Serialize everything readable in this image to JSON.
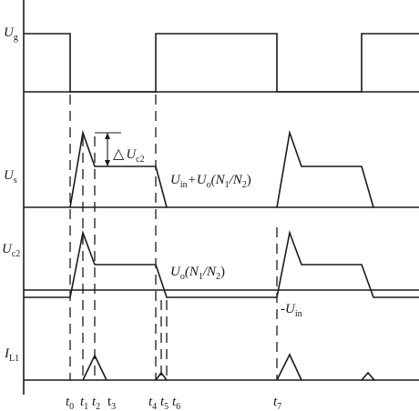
{
  "title": "",
  "signals": {
    "ug": {
      "main": "U",
      "sub": "g"
    },
    "us": {
      "main": "U",
      "sub": "s"
    },
    "uc2": {
      "main": "U",
      "sub": "c2"
    },
    "il1": {
      "main": "I",
      "sub": "L1"
    }
  },
  "annotations": {
    "delta_uc2": {
      "symbol": "△",
      "main": "U",
      "sub": "c2"
    },
    "us_level": {
      "p1": "U",
      "s1": "in",
      "p2": "+U",
      "s2": "o",
      "p3": "(N",
      "s3": "1",
      "p4": "/N",
      "s4": "2",
      "p5": ")"
    },
    "uc2_level": {
      "p1": "U",
      "s1": "o",
      "p2": "(N",
      "s2": "1",
      "p3": "/N",
      "s3": "2",
      "p4": ")"
    },
    "neg_uin": {
      "main": "-U",
      "sub": "in"
    }
  },
  "time_labels": {
    "t0": {
      "main": "t",
      "sub": "0"
    },
    "t1": {
      "main": "t",
      "sub": "1"
    },
    "t2": {
      "main": "t",
      "sub": "2"
    },
    "t3": {
      "main": "t",
      "sub": "3",
      "upright": true
    },
    "t4": {
      "main": "t",
      "sub": "4"
    },
    "t5": {
      "main": "t",
      "sub": "5"
    },
    "t6": {
      "main": "t",
      "sub": "6"
    },
    "t7": {
      "main": "t",
      "sub": "7"
    }
  }
}
